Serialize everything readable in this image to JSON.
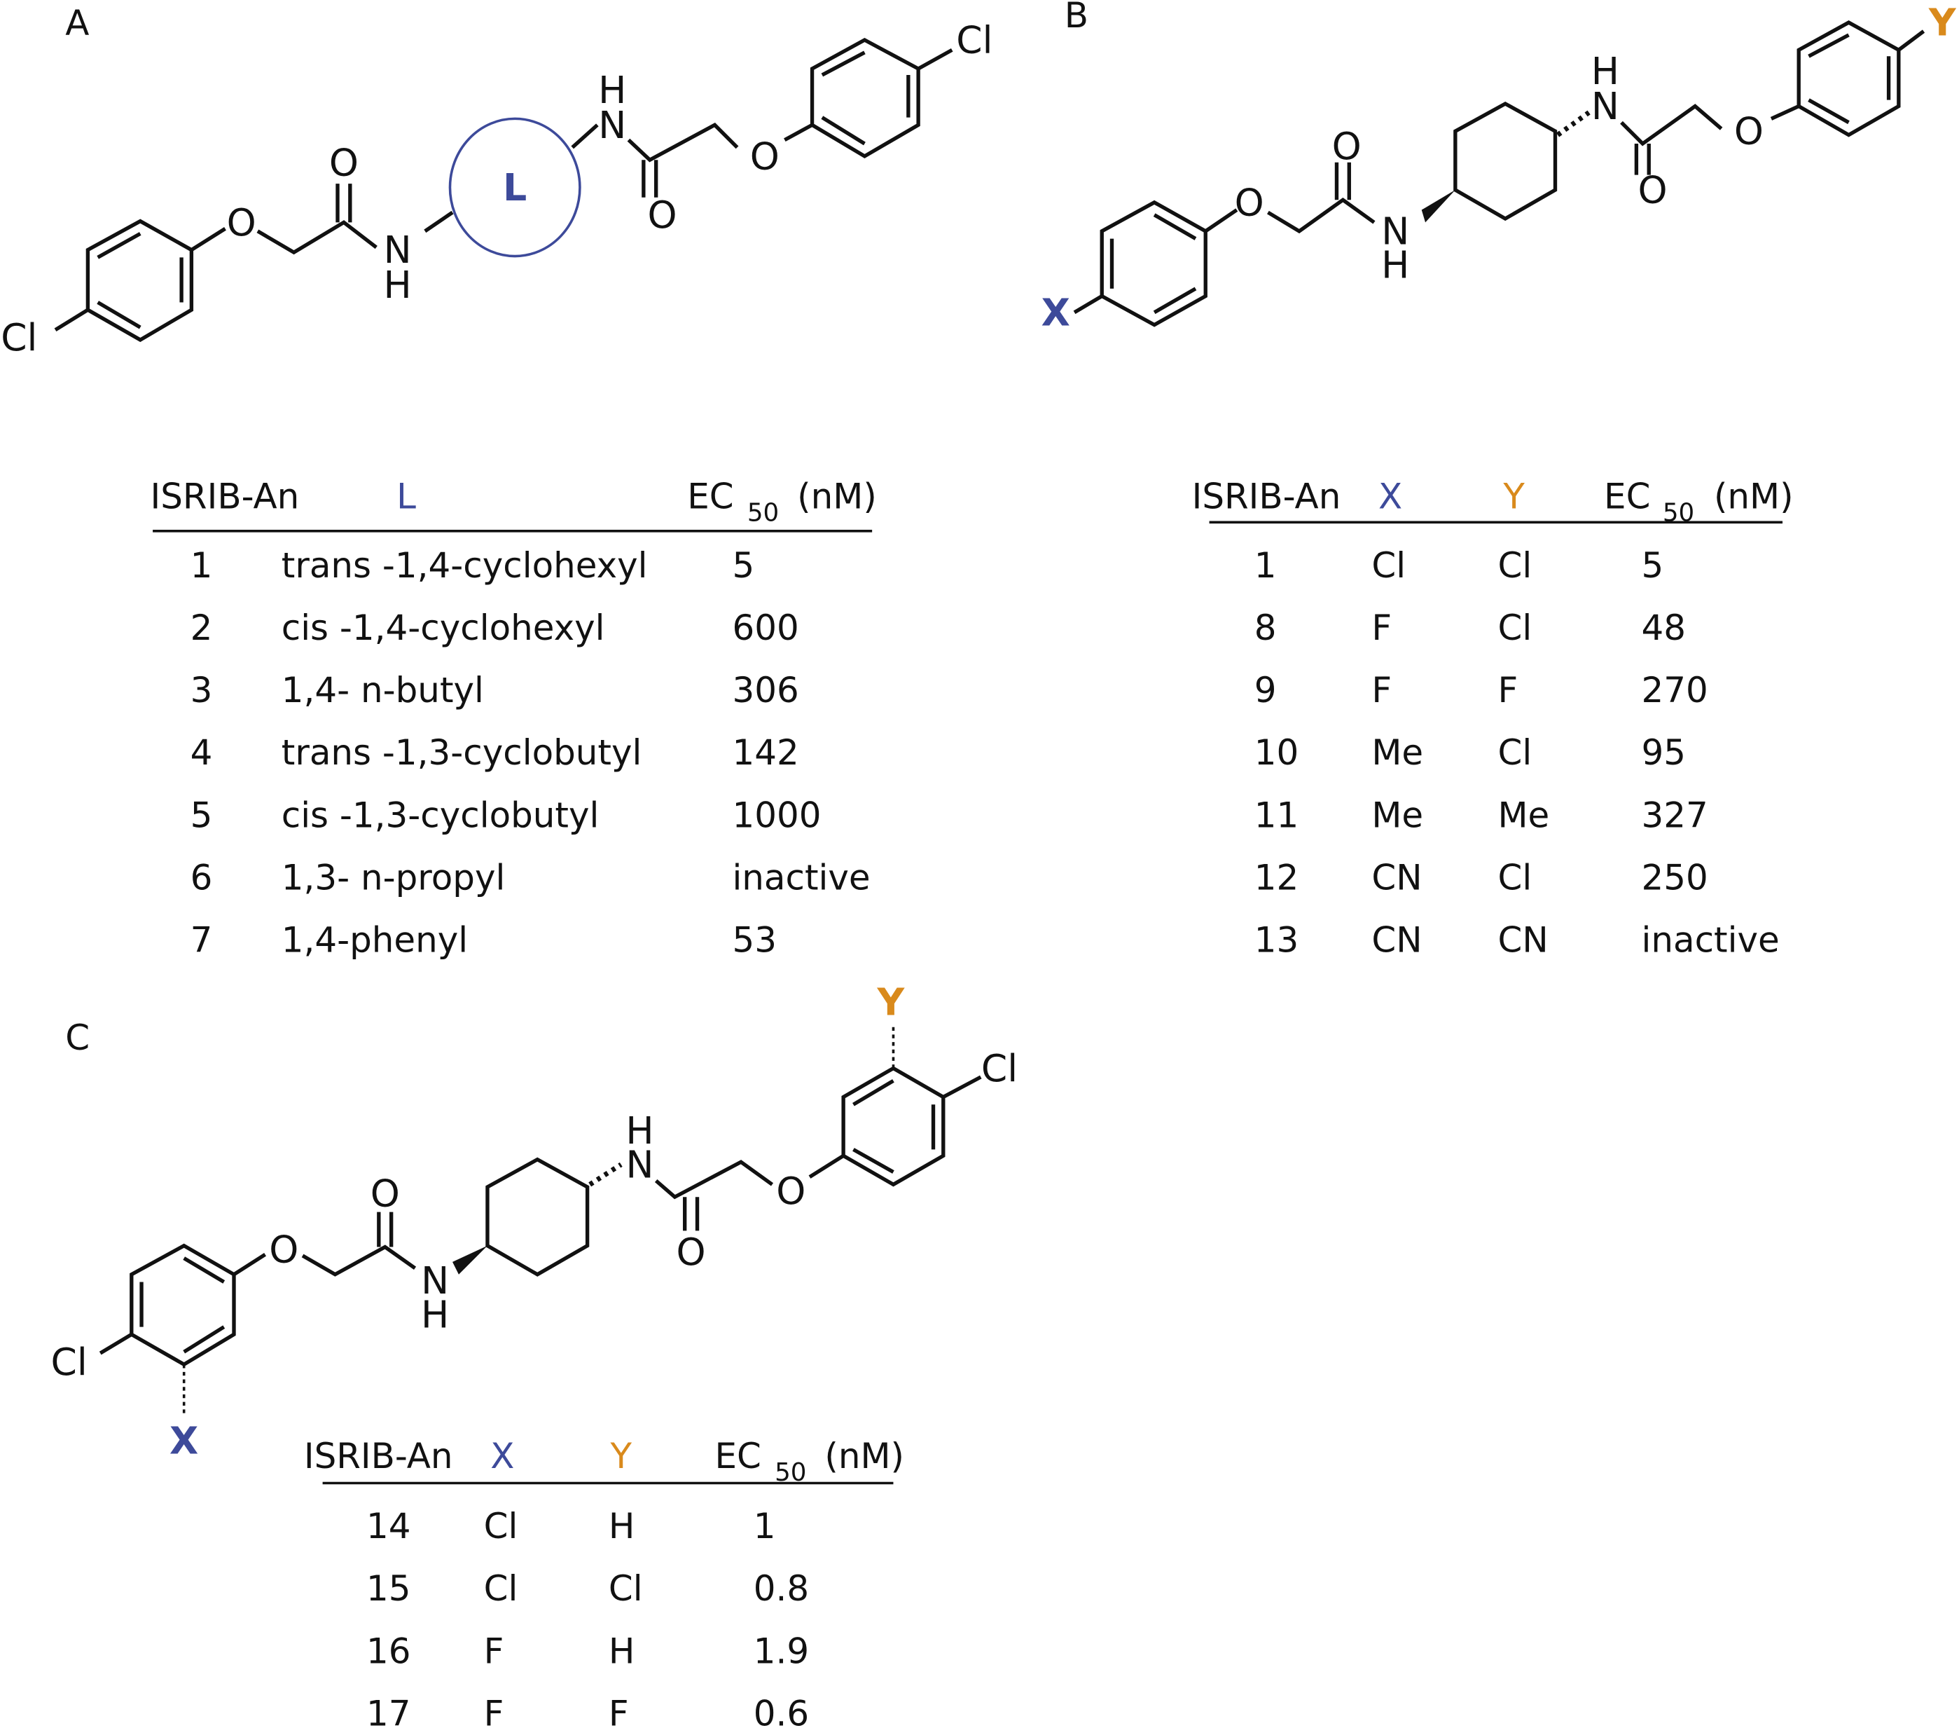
{
  "colors": {
    "blue": "#3d4a9a",
    "orange": "#d98a1c"
  },
  "atoms": {
    "cl": "Cl",
    "o": "O",
    "n": "N",
    "h": "H"
  },
  "panels": {
    "A": {
      "label": "A",
      "substituent": "L",
      "table": {
        "headers": {
          "id": "ISRIB-An",
          "var1": "L",
          "ec": "EC",
          "sub": "50",
          "unit": "(nM)"
        },
        "rows": [
          {
            "id": "1",
            "v1": "trans -1,4-cyclohexyl",
            "ec": "5"
          },
          {
            "id": "2",
            "v1": "cis -1,4-cyclohexyl",
            "ec": "600"
          },
          {
            "id": "3",
            "v1": "1,4- n-butyl",
            "ec": "306"
          },
          {
            "id": "4",
            "v1": "trans -1,3-cyclobutyl",
            "ec": "142"
          },
          {
            "id": "5",
            "v1": "cis -1,3-cyclobutyl",
            "ec": "1000"
          },
          {
            "id": "6",
            "v1": "1,3- n-propyl",
            "ec": "inactive"
          },
          {
            "id": "7",
            "v1": "1,4-phenyl",
            "ec": "53"
          }
        ]
      }
    },
    "B": {
      "label": "B",
      "substituent_x": "X",
      "substituent_y": "Y",
      "table": {
        "headers": {
          "id": "ISRIB-An",
          "var1": "X",
          "var2": "Y",
          "ec": "EC",
          "sub": "50",
          "unit": "(nM)"
        },
        "rows": [
          {
            "id": "1",
            "v1": "Cl",
            "v2": "Cl",
            "ec": "5"
          },
          {
            "id": "8",
            "v1": "F",
            "v2": "Cl",
            "ec": "48"
          },
          {
            "id": "9",
            "v1": "F",
            "v2": "F",
            "ec": "270"
          },
          {
            "id": "10",
            "v1": "Me",
            "v2": "Cl",
            "ec": "95"
          },
          {
            "id": "11",
            "v1": "Me",
            "v2": "Me",
            "ec": "327"
          },
          {
            "id": "12",
            "v1": "CN",
            "v2": "Cl",
            "ec": "250"
          },
          {
            "id": "13",
            "v1": "CN",
            "v2": "CN",
            "ec": "inactive"
          }
        ]
      }
    },
    "C": {
      "label": "C",
      "substituent_x": "X",
      "substituent_y": "Y",
      "table": {
        "headers": {
          "id": "ISRIB-An",
          "var1": "X",
          "var2": "Y",
          "ec": "EC",
          "sub": "50",
          "unit": "(nM)"
        },
        "rows": [
          {
            "id": "14",
            "v1": "Cl",
            "v2": "H",
            "ec": "1"
          },
          {
            "id": "15",
            "v1": "Cl",
            "v2": "Cl",
            "ec": "0.8"
          },
          {
            "id": "16",
            "v1": "F",
            "v2": "H",
            "ec": "1.9"
          },
          {
            "id": "17",
            "v1": "F",
            "v2": "F",
            "ec": "0.6"
          }
        ]
      }
    }
  }
}
